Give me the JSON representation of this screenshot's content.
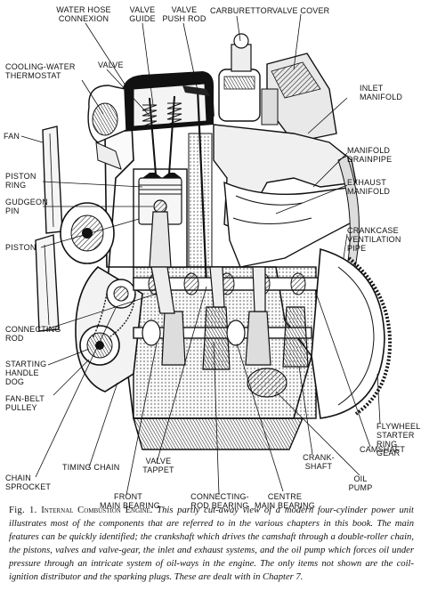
{
  "labels": {
    "water_hose": "WATER HOSE\nCONNEXION",
    "valve_guide": "VALVE\nGUIDE",
    "valve_push_rod": "VALVE\nPUSH ROD",
    "carburettor": "CARBURETTOR",
    "valve_cover": "VALVE COVER",
    "valve": "VALVE",
    "cooling_thermostat": "COOLING-WATER\nTHERMOSTAT",
    "inlet_manifold": "INLET\nMANIFOLD",
    "fan": "FAN",
    "manifold_drainpipe": "MANIFOLD\nDRAINPIPE",
    "piston_ring": "PISTON\nRING",
    "gudgeon_pin": "GUDGEON\nPIN",
    "exhaust_manifold": "EXHAUST\nMANIFOLD",
    "crankcase_vent": "CRANKCASE\nVENTILATION\nPIPE",
    "piston": "PISTON",
    "connecting_rod": "CONNECTING\nROD",
    "starting_handle_dog": "STARTING\nHANDLE\nDOG",
    "fan_belt_pulley": "FAN-BELT\nPULLEY",
    "timing_chain": "TIMING CHAIN",
    "chain_sprocket": "CHAIN\nSPROCKET",
    "valve_tappet": "VALVE\nTAPPET",
    "front_main_bearing": "FRONT\nMAIN BEARING",
    "connecting_rod_bearing": "CONNECTING-\nROD BEARING",
    "centre_main_bearing": "CENTRE\nMAIN BEARING",
    "crankshaft": "CRANK-\nSHAFT",
    "oil_pump": "OIL\nPUMP",
    "camshaft": "CAMSHAFT",
    "flywheel_ring_gear": "FLYWHEEL\nSTARTER\nRING\nGEAR"
  },
  "caption": {
    "fig": "Fig. 1.",
    "title": "Internal Combustion Engine.",
    "body": "This partly cut-away view of a modern four-cylinder power unit illustrates most of the components that are referred to in the various chapters in this book. The main features can be quickly identified; the crankshaft which drives the camshaft through a double-roller chain, the pistons, valves and valve-gear, the inlet and exhaust systems, and the oil pump which forces oil under pressure through an intricate system of oil-ways in the engine. The only items not shown are the coil-ignition distributor and the sparking plugs. These are dealt with in Chapter 7."
  }
}
